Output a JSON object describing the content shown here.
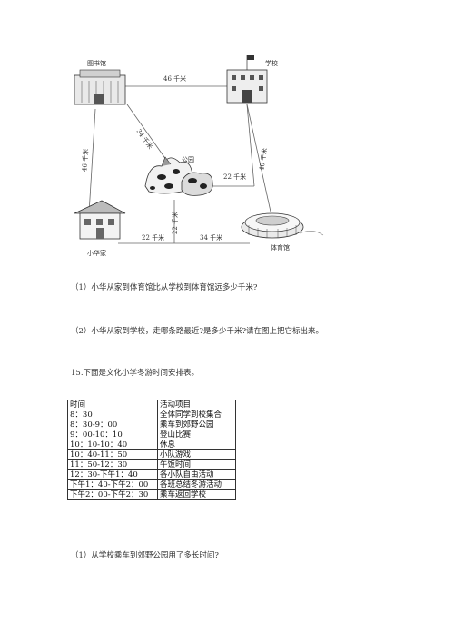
{
  "map": {
    "library": "图书馆",
    "school": "学校",
    "park": "公园",
    "home": "小华家",
    "gym": "体育馆",
    "dist_library_school": "46 千米",
    "dist_library_park": "34 千米",
    "dist_library_home": "46 千米",
    "dist_school_gym": "40 千米",
    "dist_park_school_line": "22 千米",
    "dist_park_down": "22 千米",
    "dist_home_junction": "22 千米",
    "dist_junction_gym": "34 千米"
  },
  "questions": {
    "q1": "（1）小华从家到体育馆比从学校到体育馆远多少千米?",
    "q2": "（2）小华从家到学校，走哪条路最近?是多少千米?请在图上把它标出来。",
    "q15": "15.下面是文化小学冬游时间安排表。",
    "q15_1": "（1）从学校乘车到郊野公园用了多长时间?"
  },
  "table": {
    "headers": [
      "时间",
      "活动项目"
    ],
    "rows": [
      [
        "8：30",
        "全体同学到校集合"
      ],
      [
        "8：30-9：00",
        "乘车到郊野公园"
      ],
      [
        "9：00-10：10",
        "登山比赛"
      ],
      [
        "10：10-10：40",
        "休息"
      ],
      [
        "10：40-11：50",
        "小队游戏"
      ],
      [
        "11：50-12：30",
        "午饭时间"
      ],
      [
        "12：30-下午1：40",
        "各小队自由活动"
      ],
      [
        "下午1：40-下午2：00",
        "各班总结冬游活动"
      ],
      [
        "下午2：00-下午2：30",
        "乘车返回学校"
      ]
    ]
  }
}
